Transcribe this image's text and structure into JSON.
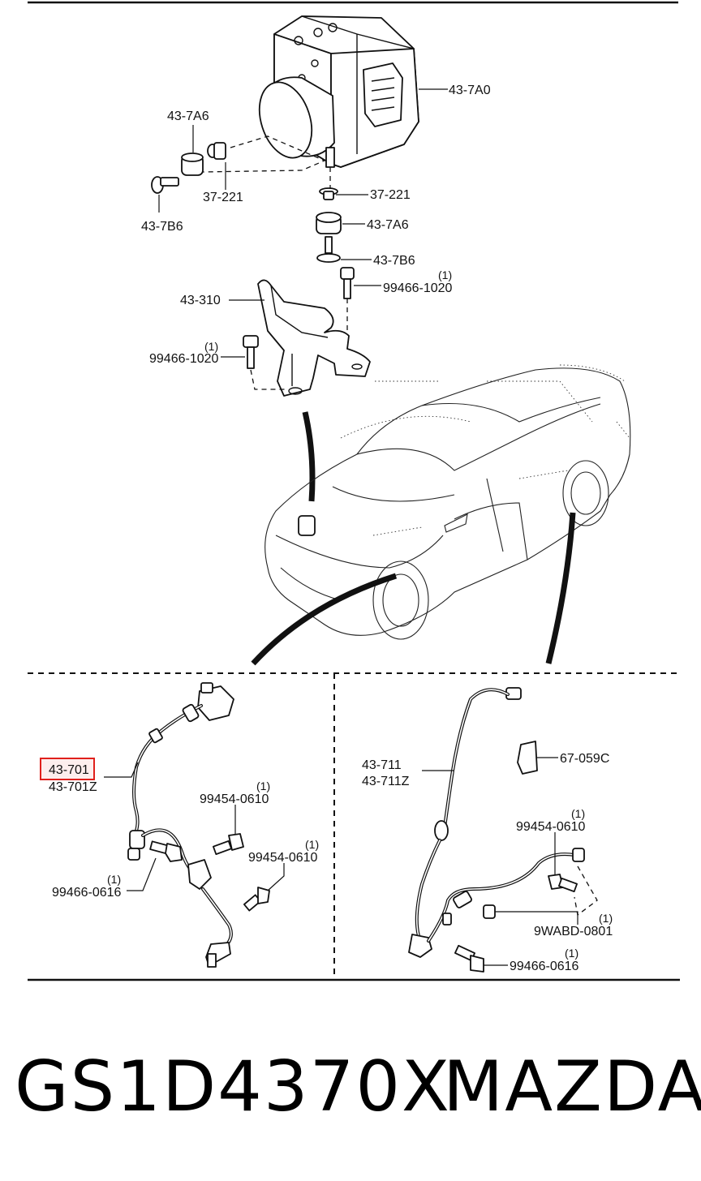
{
  "footer": {
    "part_number": "GS1D4370X",
    "brand": "MAZDA"
  },
  "labels": {
    "hcu": "43-7A0",
    "damper_left": "43-7A6",
    "collar_left": "37-221",
    "bolt_left": "43-7B6",
    "collar_right": "37-221",
    "damper_right": "43-7A6",
    "bolt_right": "43-7B6",
    "bracket": "43-310",
    "bolt_bracket_right": "99466-1020",
    "bolt_bracket_right_qty": "(1)",
    "bolt_bracket_left": "99466-1020",
    "bolt_bracket_left_qty": "(1)",
    "front_sensor_a": "43-701",
    "front_sensor_b": "43-701Z",
    "front_bolt_upper": "99454-0610",
    "front_bolt_upper_qty": "(1)",
    "front_bolt_lower": "99454-0610",
    "front_bolt_lower_qty": "(1)",
    "front_bolt_sensor": "99466-0616",
    "front_bolt_sensor_qty": "(1)",
    "rear_sensor_a": "43-711",
    "rear_sensor_b": "43-711Z",
    "rear_label": "67-059C",
    "rear_bolt_upper": "99454-0610",
    "rear_bolt_upper_qty": "(1)",
    "rear_clip": "9WABD-0801",
    "rear_clip_qty": "(1)",
    "rear_bolt_sensor": "99466-0616",
    "rear_bolt_sensor_qty": "(1)"
  },
  "highlight": {
    "target": "front_sensor_a",
    "color": "#e0201c"
  }
}
